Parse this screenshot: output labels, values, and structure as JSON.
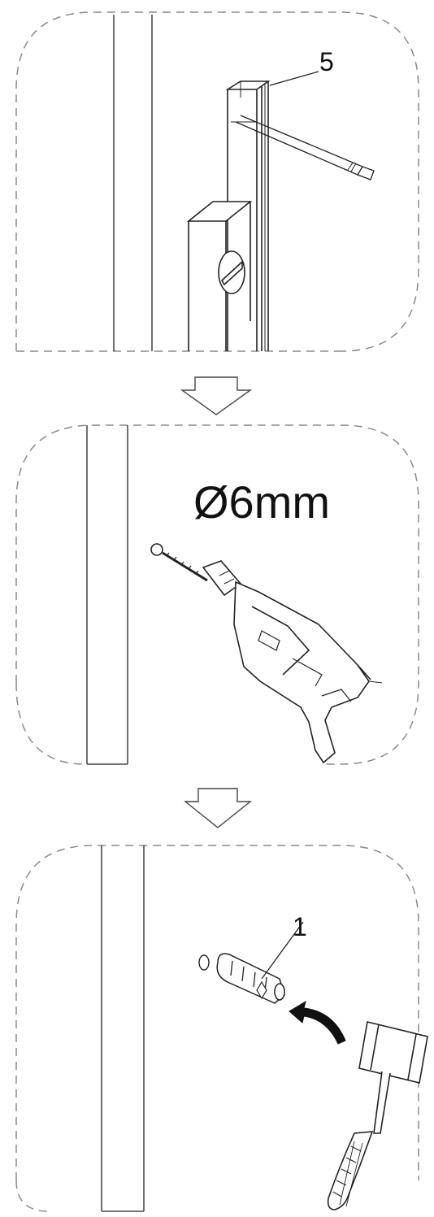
{
  "steps": [
    {
      "callout": "5"
    },
    {
      "drill_size": "Ø6mm"
    },
    {
      "callout": "1"
    }
  ],
  "icons": {
    "step1": [
      "wall-icon",
      "cabinet-side-icon",
      "wall-bracket-icon",
      "pencil-icon"
    ],
    "step2": [
      "wall-icon",
      "drill-icon"
    ],
    "step3": [
      "wall-icon",
      "drilled-hole-icon",
      "wall-plug-icon",
      "curved-arrow-icon",
      "hammer-icon"
    ],
    "between": [
      "down-arrow-icon"
    ]
  },
  "colors": {
    "line": "#222222",
    "dash": "#8a8a8a",
    "background": "#ffffff"
  }
}
